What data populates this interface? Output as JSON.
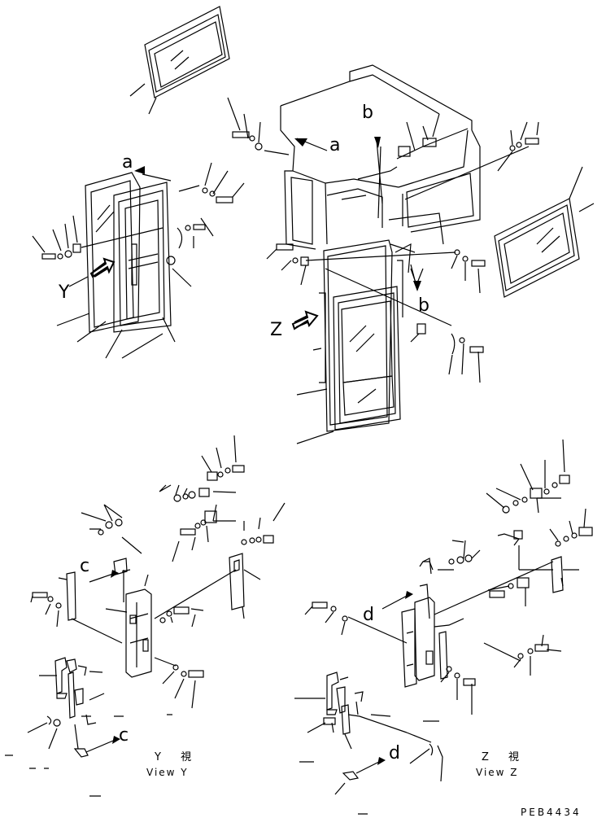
{
  "labels": {
    "a_upper": "a",
    "a_left": "a",
    "b_top": "b",
    "b_right": "b",
    "y_marker": "Y",
    "z_marker": "Z",
    "c_upper": "c",
    "c_lower": "c",
    "d_upper": "d",
    "d_lower": "d"
  },
  "views": {
    "y_jp": "Y 視",
    "y_en": "View Y",
    "z_jp": "Z 視",
    "z_en": "View Z"
  },
  "drawing_code": "PEB4434"
}
